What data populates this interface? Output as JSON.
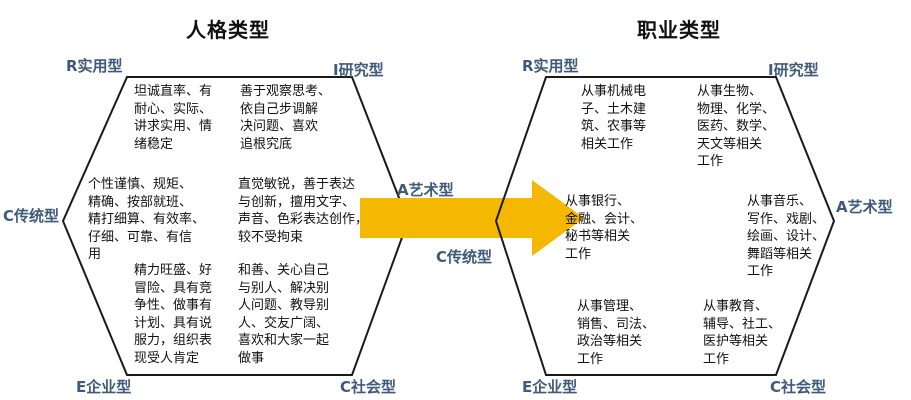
{
  "left": {
    "title": "人格类型",
    "labels": {
      "r": "R实用型",
      "i": "I研究型",
      "a": "A艺术型",
      "c": "C传统型",
      "e": "E企业型",
      "s": "C社会型"
    },
    "traits": {
      "r": "坦诚直率、有\n耐心、实际、\n讲求实用、情\n绪稳定",
      "i": "善于观察思考、\n依自己步调解\n决问题、喜欢\n追根究底",
      "c": "个性谨慎、规矩、\n精确、按部就班、\n精打细算、有效率、\n仔细、可靠、有信\n用",
      "a": "直觉敏锐，善于表达\n与创新，擅用文字、\n声音、色彩表达创作，\n较不受拘束",
      "e": "精力旺盛、好\n冒险、具有竞\n争性、做事有\n计划、具有说\n服力，组织表\n现受人肯定",
      "s": "和善、关心自己\n与别人、解决别\n人问题、教导别\n人、交友广阔、\n喜欢和大家一起\n做事"
    }
  },
  "right": {
    "title": "职业类型",
    "labels": {
      "r": "R实用型",
      "i": "I研究型",
      "a": "A艺术型",
      "c": "C传统型",
      "e": "E企业型",
      "s": "C社会型"
    },
    "jobs": {
      "r": "从事机械电\n子、土木建\n筑、农事等\n相关工作",
      "i": "从事生物、\n物理、化学、\n医药、数学、\n天文等相关\n工作",
      "c": "从事银行、\n金融、会计、\n秘书等相关\n工作",
      "a": "从事音乐、\n写作、戏剧、\n绘画、设计、\n舞蹈等相关\n工作",
      "e": "从事管理、\n销售、司法、\n政治等相关\n工作",
      "s": "从事教育、\n辅导、社工、\n医护等相关\n工作"
    }
  },
  "colors": {
    "arrow": "#f5b800",
    "outline": "#1a1a1a",
    "label": "#3f5a7a"
  },
  "connector": "arrow-right"
}
